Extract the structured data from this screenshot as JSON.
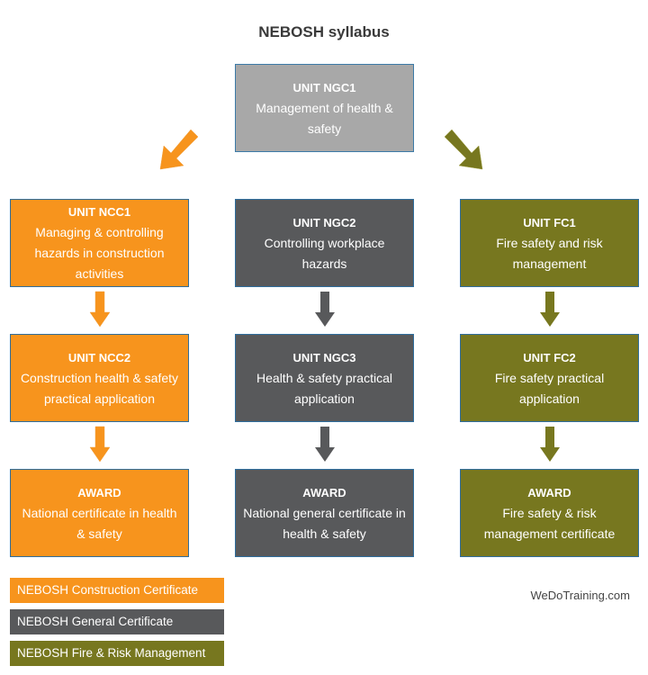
{
  "title": "NEBOSH syllabus",
  "boxes": {
    "ngc1": {
      "title": "UNIT NGC1",
      "body": "Management of health & safety"
    },
    "ncc1": {
      "title": "UNIT NCC1",
      "body": "Managing & controlling hazards in construction activities"
    },
    "ngc2": {
      "title": "UNIT NGC2",
      "body": "Controlling workplace hazards"
    },
    "fc1": {
      "title": "UNIT FC1",
      "body": "Fire safety and risk management"
    },
    "ncc2": {
      "title": "UNIT NCC2",
      "body": "Construction health & safety practical application"
    },
    "ngc3": {
      "title": "UNIT NGC3",
      "body": "Health & safety practical application"
    },
    "fc2": {
      "title": "UNIT FC2",
      "body": "Fire safety practical application"
    },
    "award_construction": {
      "title": "AWARD",
      "body": "National certificate in health & safety"
    },
    "award_general": {
      "title": "AWARD",
      "body": "National general certificate in health & safety"
    },
    "award_fire": {
      "title": "AWARD",
      "body": "Fire safety & risk management certificate"
    }
  },
  "legend": [
    {
      "label": "NEBOSH Construction Certificate",
      "color": "#f7941d"
    },
    {
      "label": "NEBOSH General Certificate",
      "color": "#58595b"
    },
    {
      "label": "NEBOSH Fire & Risk Management",
      "color": "#77771f"
    }
  ],
  "colors": {
    "grey": "#a8a8a8",
    "orange": "#f7941d",
    "dark": "#58595b",
    "olive": "#77771f"
  },
  "brand": "WeDoTraining.com"
}
